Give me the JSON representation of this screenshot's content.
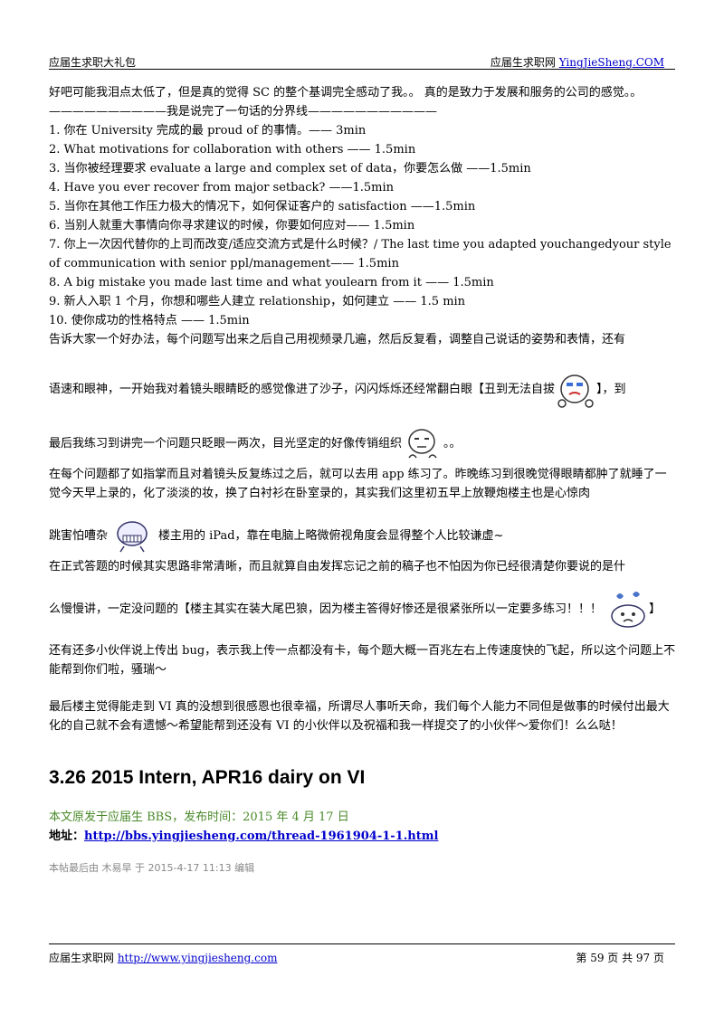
{
  "header": {
    "left": "应届生求职大礼包",
    "right_prefix": "应届生求职网 ",
    "right_link": "YingJieSheng.COM"
  },
  "body": {
    "p1": "好吧可能我泪点太低了，但是真的觉得 SC 的整个基调完全感动了我。。 真的是致力于发展和服务的公司的感觉。。",
    "divider": "——————————我是说完了一句话的分界线———————————",
    "questions": [
      "1.  你在 University 完成的最 proud of 的事情。—— 3min",
      "2. What motivations for collaboration with others —— 1.5min",
      "3.  当你被经理要求 evaluate a large and complex set of data，你要怎么做  ——1.5min",
      "4. Have you ever recover from major setback? ——1.5min",
      "5.  当你在其他工作压力极大的情况下，如何保证客户的 satisfaction ——1.5min",
      "6.  当别人就重大事情向你寻求建议的时候，你要如何应对—— 1.5min",
      "7.  你上一次因代替你的上司而改变/适应交流方式是什么时候？/ The last time you adapted youchangedyour style of communication with senior ppl/management—— 1.5min",
      "8. A big mistake you made last time and what youlearn from it —— 1.5min",
      "9.  新人入职 1 个月，你想和哪些人建立 relationship，如何建立  —— 1.5 min",
      "10.  使你成功的性格特点  —— 1.5min"
    ],
    "p2a": "告诉大家一个好办法，每个问题写出来之后自己用视频录几遍，然后反复看，调整自己说话的姿势和表情，还有",
    "p2b": "语速和眼神，一开始我对着镜头眼睛眨的感觉像进了沙子，闪闪烁烁还经常翻白眼【丑到无法自拔",
    "p2b_end": "】，到",
    "p2c": "最后我练习到讲完一个问题只眨眼一两次，目光坚定的好像传销组织",
    "p2c_end": "。。",
    "p3": "在每个问题都了如指掌而且对着镜头反复练过之后，就可以去用 app 练习了。昨晚练习到很晚觉得眼睛都肿了就睡了一觉今天早上录的，化了淡淡的妆，换了白衬衫在卧室录的，其实我们这里初五早上放鞭炮楼主也是心惊肉",
    "p3b_start": "跳害怕嘈杂",
    "p3b_end": "楼主用的 iPad，靠在电脑上略微俯视角度会显得整个人比较谦虚~",
    "p4": "在正式答题的时候其实思路非常清晰，而且就算自由发挥忘记之前的稿子也不怕因为你已经很清楚你要说的是什",
    "p4b": "么慢慢讲，一定没问题的【楼主其实在装大尾巴狼，因为楼主答得好惨还是很紧张所以一定要多练习！！！",
    "p4b_end": "】",
    "p5": "还有还多小伙伴说上传出  bug，表示我上传一点都没有卡，每个题大概一百兆左右上传速度快的飞起，所以这个问题上不能帮到你们啦，骚瑞～",
    "p6": "最后楼主觉得能走到 VI 真的没想到很感恩也很幸福，所谓尽人事听天命，我们每个人能力不同但是做事的时候付出最大化的自己就不会有遗憾～希望能帮到还没有 VI 的小伙伴以及祝福和我一样提交了的小伙伴～爱你们！么么哒！"
  },
  "section": {
    "title": "3.26 2015 Intern, APR16 dairy on VI",
    "source": "本文原发于应届生 BBS，发布时间：2015 年 4 月 17 日",
    "addr_label": "地址：",
    "addr_link": "http://bbs.yingjiesheng.com/thread-1961904-1-1.html",
    "edited": "本帖最后由  木易旱  于  2015-4-17 11:13  编辑"
  },
  "footer": {
    "left_prefix": "应届生求职网 ",
    "left_link": "http://www.yingjiesheng.com",
    "right": "第  59  页  共  97  页"
  }
}
